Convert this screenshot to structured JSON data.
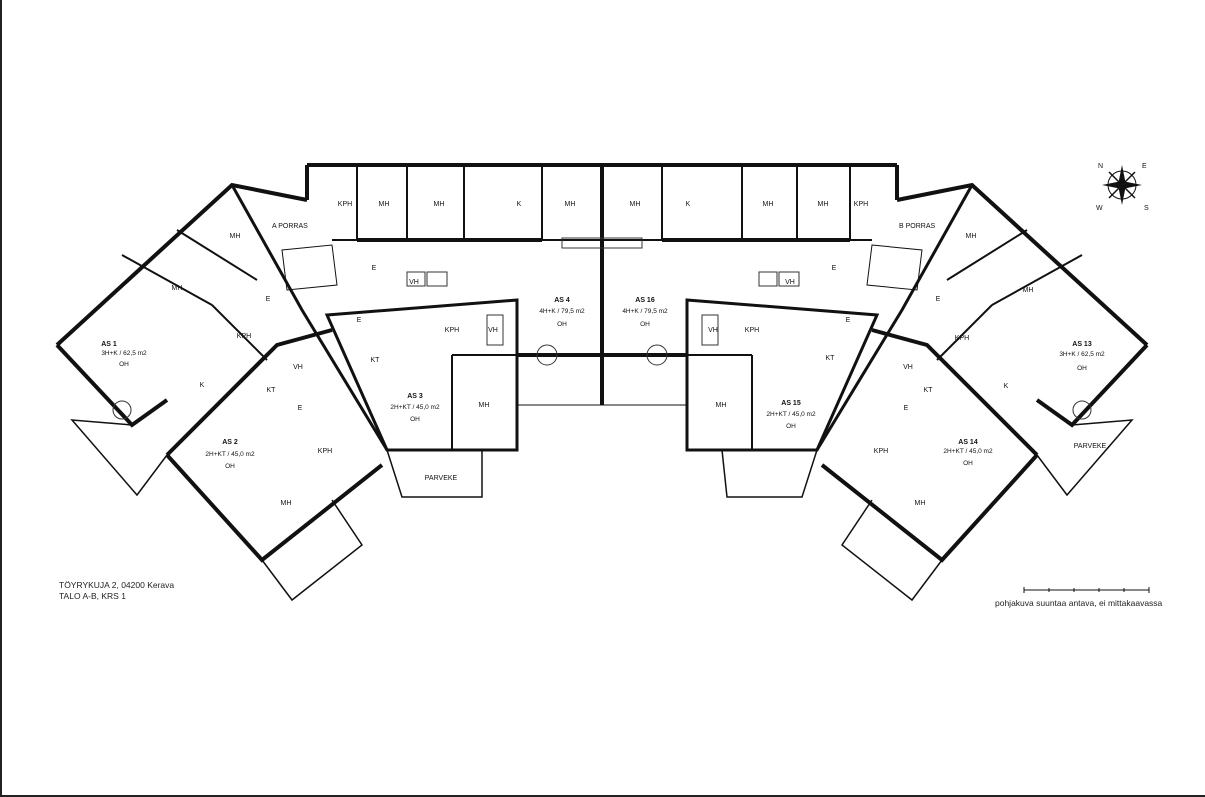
{
  "address": {
    "line1": "TÖYRYKUJA 2, 04200 Kerava",
    "line2": "TALO A-B, KRS 1"
  },
  "scale_note": "pohjakuva suuntaa antava, ei mittakaavassa",
  "compass": {
    "n": "N",
    "e": "E",
    "s": "S",
    "w": "W"
  },
  "stairs": {
    "a": "A PORRAS",
    "b": "B PORRAS"
  },
  "apartments": {
    "as1": {
      "name": "AS 1",
      "type": "3H+K / 62,5 m2",
      "oh": "OH"
    },
    "as2": {
      "name": "AS 2",
      "type": "2H+KT / 45,0 m2",
      "oh": "OH"
    },
    "as3": {
      "name": "AS 3",
      "type": "2H+KT / 45,0 m2",
      "oh": "OH"
    },
    "as4": {
      "name": "AS 4",
      "type": "4H+K / 79,5 m2",
      "oh": "OH"
    },
    "as16": {
      "name": "AS 16",
      "type": "4H+K / 79,5 m2",
      "oh": "OH"
    },
    "as15": {
      "name": "AS 15",
      "type": "2H+KT / 45,0 m2",
      "oh": "OH"
    },
    "as14": {
      "name": "AS 14",
      "type": "2H+KT / 45,0 m2",
      "oh": "OH"
    },
    "as13": {
      "name": "AS 13",
      "type": "3H+K / 62,5 m2",
      "oh": "OH"
    }
  },
  "rooms": {
    "mh": "MH",
    "kph": "KPH",
    "k": "K",
    "e": "E",
    "vh": "VH",
    "kt": "KT",
    "parveke": "PARVEKE"
  }
}
